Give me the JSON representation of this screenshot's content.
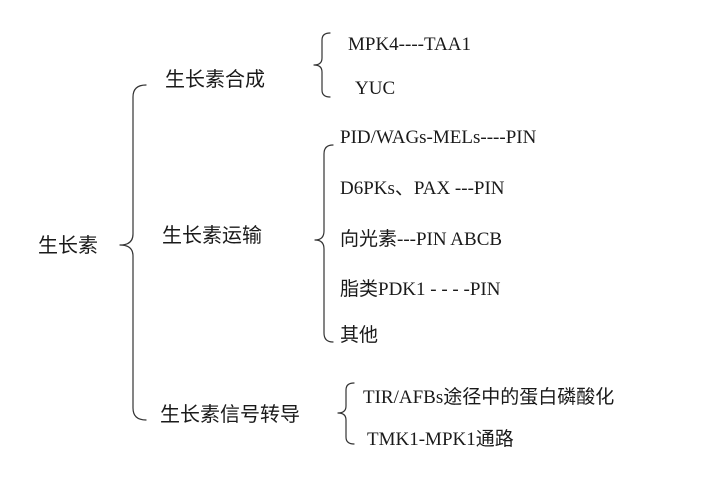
{
  "root": {
    "label": "生长素"
  },
  "branches": [
    {
      "label": "生长素合成",
      "items": [
        "MPK4----TAA1",
        "YUC"
      ]
    },
    {
      "label": "生长素运输",
      "items": [
        "PID/WAGs-MELs----PIN",
        "D6PKs、PAX ---PIN",
        "向光素---PIN ABCB",
        "脂类PDK1 - - - -PIN",
        "其他"
      ]
    },
    {
      "label": "生长素信号转导",
      "items": [
        "TIR/AFBs途径中的蛋白磷酸化",
        "TMK1-MPK1通路"
      ]
    }
  ]
}
